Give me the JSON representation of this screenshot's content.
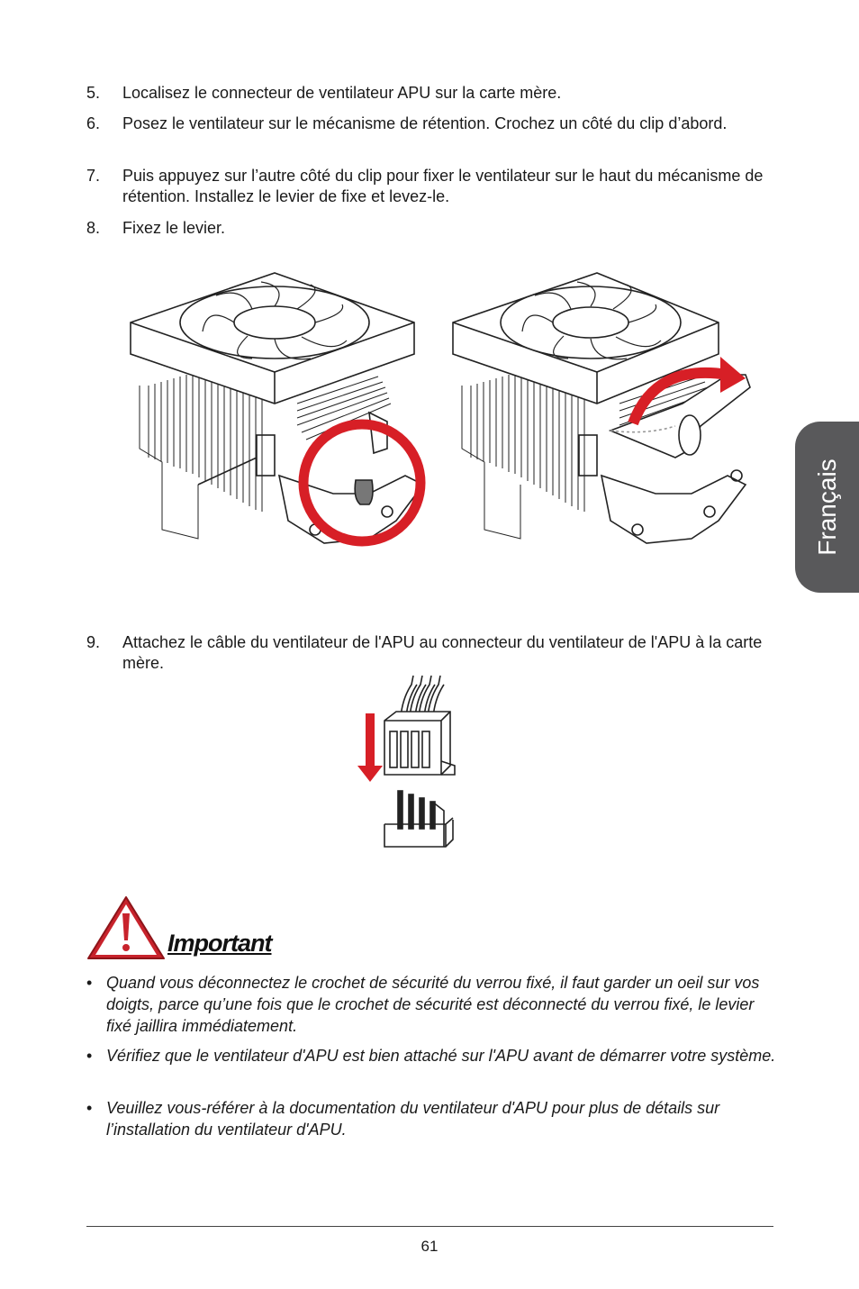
{
  "side_tab": {
    "label": "Français"
  },
  "steps": [
    {
      "num": "5.",
      "text": "Localisez le connecteur de ventilateur APU sur la carte mère."
    },
    {
      "num": "6.",
      "text": "Posez le ventilateur sur le mécanisme de rétention. Crochez un côté du clip d’abord."
    },
    {
      "num": "7.",
      "text": "Puis appuyez sur l’autre côté du clip pour fixer le ventilateur sur le haut du mécanisme de rétention. Installez le levier de fixe et levez-le."
    },
    {
      "num": "8.",
      "text": "Fixez le levier."
    },
    {
      "num": "9.",
      "text": "Attachez le câble du ventilateur de l'APU au connecteur du ventilateur de l'APU à la carte mère."
    }
  ],
  "important": {
    "title": "Important",
    "bullets": [
      "Quand vous déconnectez le crochet de sécurité du verrou fixé, il faut garder un oeil sur vos doigts, parce qu’une fois que le crochet de sécurité est déconnecté du verrou fixé, le levier fixé jaillira immédiatement.",
      "Vérifiez que le ventilateur d'APU est bien attaché sur l'APU avant de démarrer votre système.",
      "Veuillez vous-référer à la documentation du ventilateur d'APU pour plus de détails sur l’installation du ventilateur d'APU."
    ]
  },
  "page_number": "61",
  "colors": {
    "accent_red": "#d71f26",
    "tab_gray": "#59595b"
  }
}
